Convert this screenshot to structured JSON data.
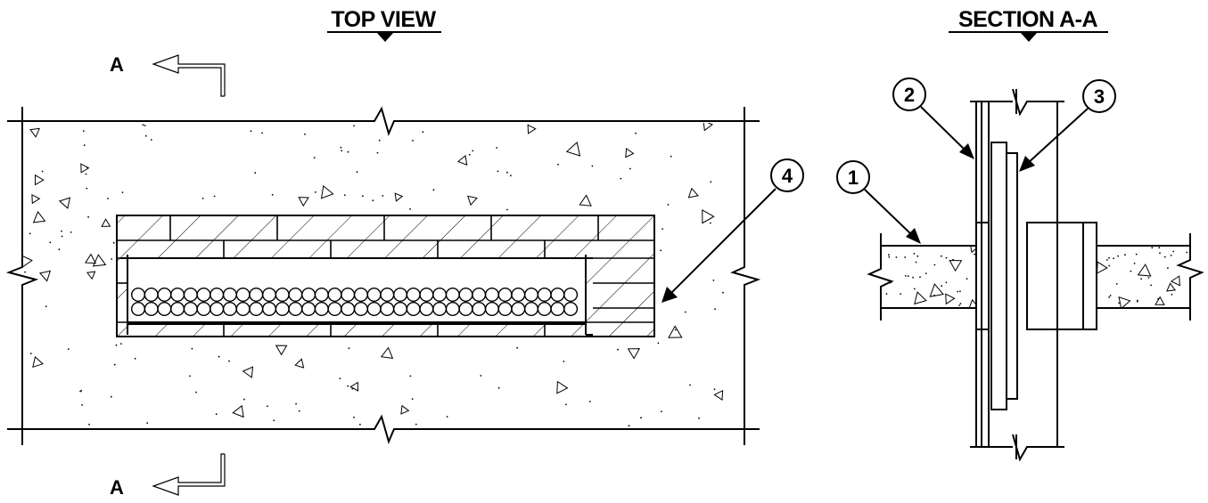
{
  "top_view": {
    "title": "TOP VIEW",
    "section_marker_top": "A",
    "section_marker_bottom": "A"
  },
  "section_view": {
    "title": "SECTION A-A"
  },
  "callouts": [
    {
      "id": "1",
      "label": "1"
    },
    {
      "id": "2",
      "label": "2"
    },
    {
      "id": "3",
      "label": "3"
    },
    {
      "id": "4",
      "label": "4"
    }
  ],
  "colors": {
    "line": "#000000",
    "background": "#ffffff"
  }
}
